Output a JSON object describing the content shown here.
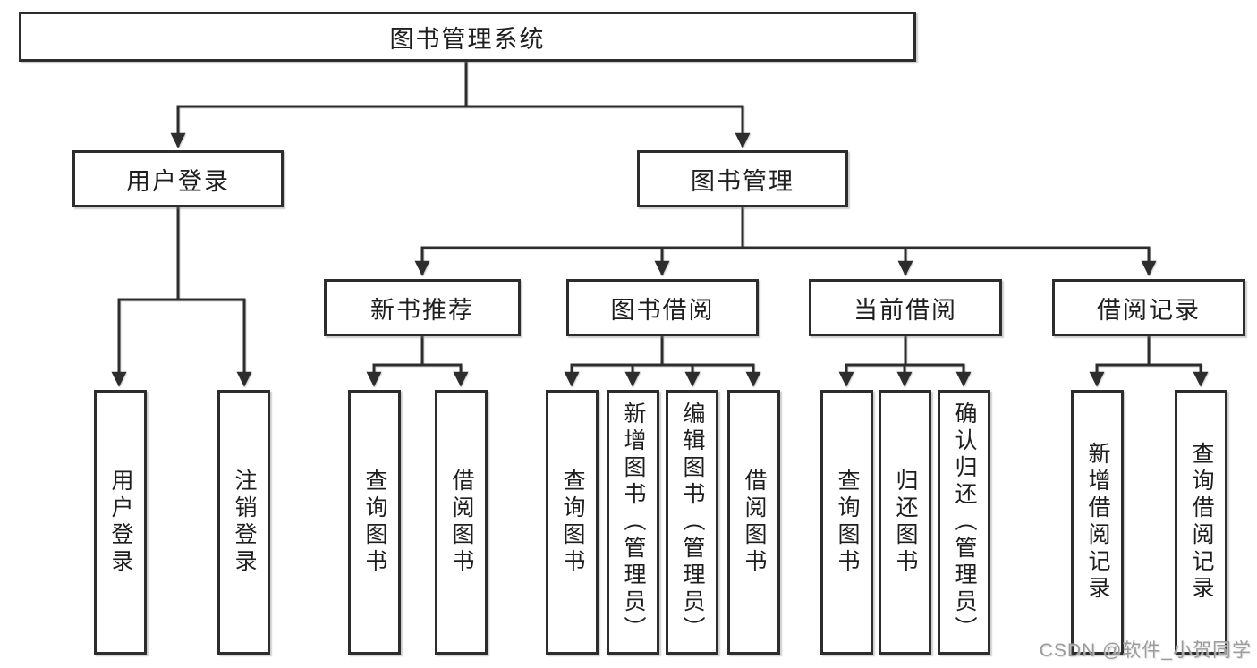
{
  "diagram": {
    "watermark": "CSDN @软件_小贺同学",
    "colors": {
      "line": "#2d2d2d",
      "box_border": "#2d2d2d",
      "text": "#1e1e1e",
      "watermark": "#9c9c9c",
      "background": "#ffffff"
    },
    "tree": {
      "root": {
        "label": "图书管理系统",
        "children": [
          {
            "label": "用户登录",
            "children": [
              {
                "label": "用户登录"
              },
              {
                "label": "注销登录"
              }
            ]
          },
          {
            "label": "图书管理",
            "children": [
              {
                "label": "新书推荐",
                "children": [
                  {
                    "label": "查询图书"
                  },
                  {
                    "label": "借阅图书"
                  }
                ]
              },
              {
                "label": "图书借阅",
                "children": [
                  {
                    "label": "查询图书"
                  },
                  {
                    "label": "新增图书（管理员）"
                  },
                  {
                    "label": "编辑图书（管理员）"
                  },
                  {
                    "label": "借阅图书"
                  }
                ]
              },
              {
                "label": "当前借阅",
                "children": [
                  {
                    "label": "查询图书"
                  },
                  {
                    "label": "归还图书"
                  },
                  {
                    "label": "确认归还（管理员）"
                  }
                ]
              },
              {
                "label": "借阅记录",
                "children": [
                  {
                    "label": "新增借阅记录"
                  },
                  {
                    "label": "查询借阅记录"
                  }
                ]
              }
            ]
          }
        ]
      }
    }
  }
}
